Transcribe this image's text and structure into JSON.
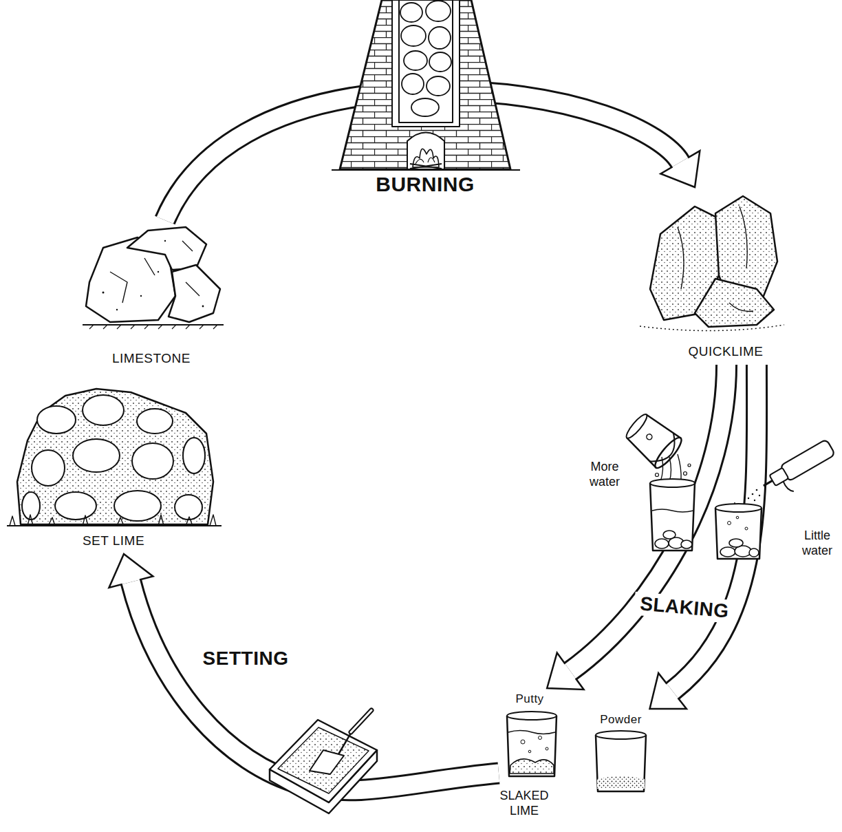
{
  "diagram": {
    "nodes": [
      {
        "text": [
          "LIMESTONE"
        ]
      },
      {
        "text": [
          "QUICKLIME"
        ]
      },
      {
        "text": [
          "Putty"
        ]
      },
      {
        "text": [
          "Powder"
        ]
      },
      {
        "text": [
          "SET LIME"
        ]
      }
    ],
    "edges": [
      {
        "from": 0,
        "to": 1,
        "arrow": "to"
      },
      {
        "from": 1,
        "to": 2,
        "arrow": "to"
      },
      {
        "from": 1,
        "to": 3,
        "arrow": "to"
      },
      {
        "from": 2,
        "to": 4,
        "arrow": "to"
      }
    ],
    "labels": [
      "BURNING",
      "More water",
      "Little water",
      "SLAKING",
      "SLAKED LIME",
      "SETTING"
    ]
  }
}
